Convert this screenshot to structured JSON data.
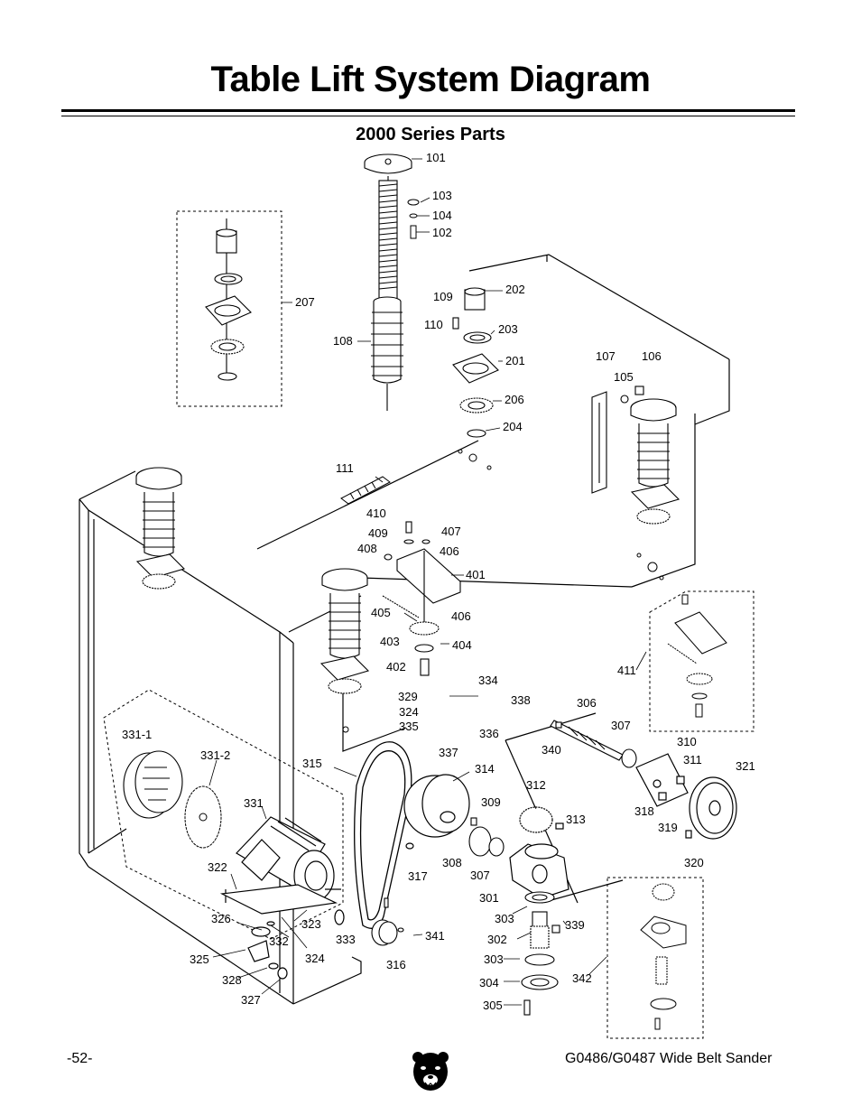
{
  "header": {
    "title": "Table Lift System Diagram",
    "subtitle": "2000 Series Parts"
  },
  "part_labels": [
    "101",
    "103",
    "104",
    "102",
    "207",
    "202",
    "109",
    "110",
    "203",
    "108",
    "201",
    "107",
    "106",
    "105",
    "206",
    "204",
    "111",
    "410",
    "407",
    "409",
    "406",
    "408",
    "401",
    "405",
    "406",
    "403",
    "404",
    "402",
    "411",
    "334",
    "329",
    "338",
    "324",
    "306",
    "335",
    "336",
    "307",
    "340",
    "310",
    "337",
    "331-1",
    "311",
    "315",
    "314",
    "321",
    "331-2",
    "312",
    "309",
    "331",
    "318",
    "313",
    "319",
    "308",
    "317",
    "322",
    "307",
    "320",
    "301",
    "326",
    "303",
    "339",
    "323",
    "341",
    "332",
    "333",
    "302",
    "324",
    "316",
    "325",
    "303",
    "342",
    "328",
    "304",
    "327",
    "305"
  ],
  "footer": {
    "page_number": "-52-",
    "model": "G0486/G0487 Wide Belt Sander"
  },
  "icons": {
    "logo": "grizzly-bear-logo"
  }
}
